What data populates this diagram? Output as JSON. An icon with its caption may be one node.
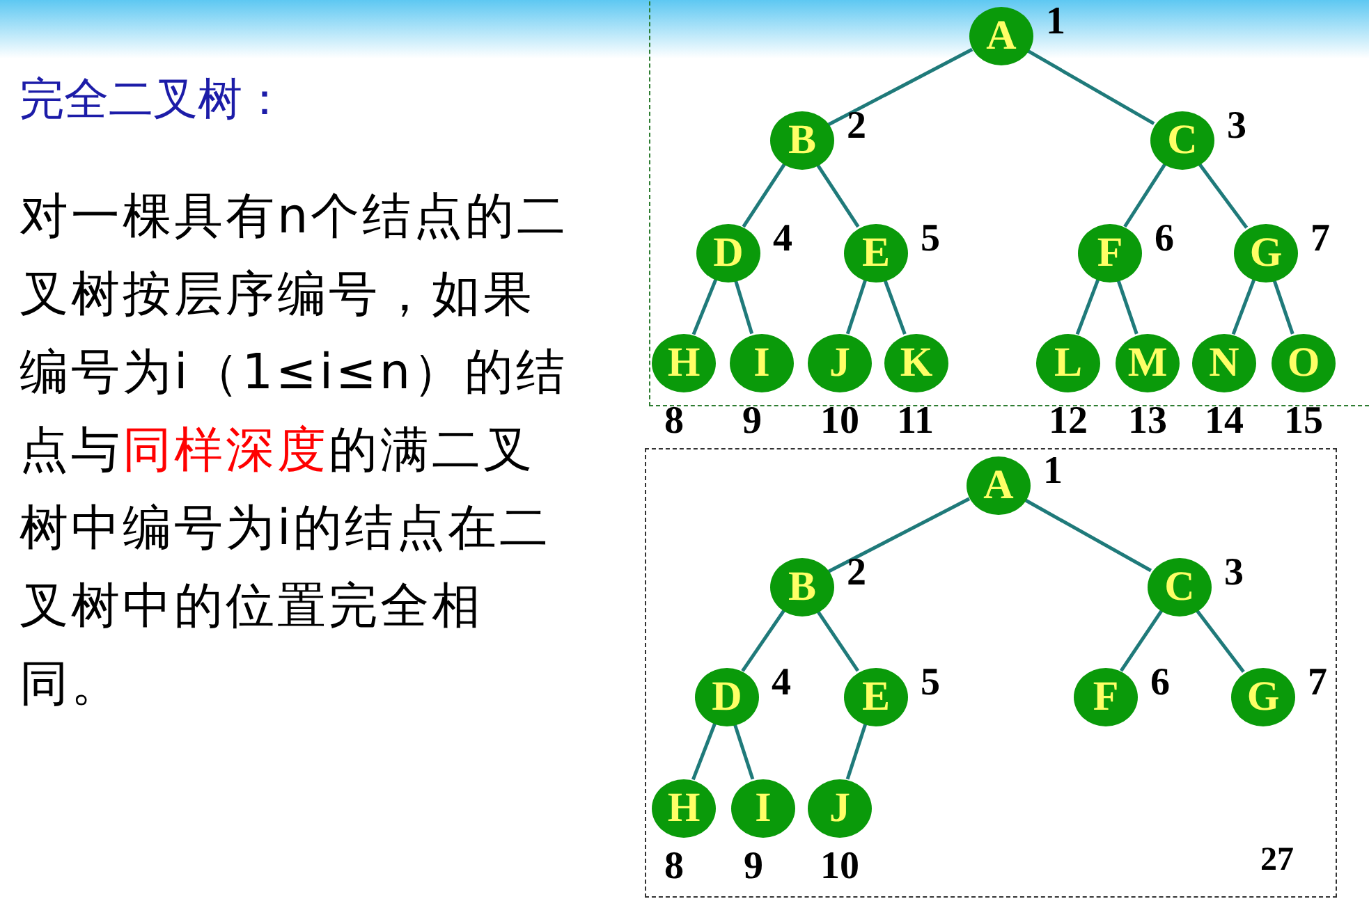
{
  "diagram": {
    "title": "完全二叉树：",
    "nodes": [
      {
        "text": [],
        "shape": "box"
      },
      {
        "text": [
          "A"
        ],
        "in": 0,
        "beside": [
          "1"
        ]
      },
      {
        "text": [
          "B"
        ],
        "in": 0,
        "beside": [
          "2"
        ]
      },
      {
        "text": [
          "C"
        ],
        "in": 0,
        "beside": [
          "3"
        ]
      },
      {
        "text": [
          "D"
        ],
        "in": 0,
        "beside": [
          "4"
        ]
      },
      {
        "text": [
          "E"
        ],
        "in": 0,
        "beside": [
          "5"
        ]
      },
      {
        "text": [
          "F"
        ],
        "in": 0,
        "beside": [
          "6"
        ]
      },
      {
        "text": [
          "G"
        ],
        "in": 0,
        "beside": [
          "7"
        ]
      },
      {
        "text": [
          "H"
        ],
        "in": 0,
        "beside": [
          "8"
        ]
      },
      {
        "text": [
          "I"
        ],
        "in": 0,
        "beside": [
          "9"
        ]
      },
      {
        "text": [
          "J"
        ],
        "in": 0,
        "beside": [
          "10"
        ]
      },
      {
        "text": [
          "K"
        ],
        "in": 0,
        "beside": [
          "11"
        ]
      },
      {
        "text": [
          "L"
        ],
        "in": 0,
        "beside": [
          "12"
        ]
      },
      {
        "text": [
          "M"
        ],
        "in": 0,
        "beside": [
          "13"
        ]
      },
      {
        "text": [
          "N"
        ],
        "in": 0,
        "beside": [
          "14"
        ]
      },
      {
        "text": [
          "O"
        ],
        "in": 0,
        "beside": [
          "15"
        ]
      },
      {
        "text": [],
        "shape": "box"
      },
      {
        "text": [
          "A"
        ],
        "in": 16,
        "beside": [
          "1"
        ]
      },
      {
        "text": [
          "B"
        ],
        "in": 16,
        "beside": [
          "2"
        ]
      },
      {
        "text": [
          "C"
        ],
        "in": 16,
        "beside": [
          "3"
        ]
      },
      {
        "text": [
          "D"
        ],
        "in": 16,
        "beside": [
          "4"
        ]
      },
      {
        "text": [
          "E"
        ],
        "in": 16,
        "beside": [
          "5"
        ]
      },
      {
        "text": [
          "F"
        ],
        "in": 16,
        "beside": [
          "6"
        ]
      },
      {
        "text": [
          "G"
        ],
        "in": 16,
        "beside": [
          "7"
        ]
      },
      {
        "text": [
          "H"
        ],
        "in": 16,
        "beside": [
          "8"
        ]
      },
      {
        "text": [
          "I"
        ],
        "in": 16,
        "beside": [
          "9"
        ]
      },
      {
        "text": [
          "J"
        ],
        "in": 16,
        "beside": [
          "10"
        ]
      }
    ],
    "edges": [
      {
        "from": 1,
        "to": 2,
        "arrow": "none"
      },
      {
        "from": 1,
        "to": 3,
        "arrow": "none"
      },
      {
        "from": 2,
        "to": 4,
        "arrow": "none"
      },
      {
        "from": 2,
        "to": 5,
        "arrow": "none"
      },
      {
        "from": 3,
        "to": 6,
        "arrow": "none"
      },
      {
        "from": 3,
        "to": 7,
        "arrow": "none"
      },
      {
        "from": 4,
        "to": 8,
        "arrow": "none"
      },
      {
        "from": 4,
        "to": 9,
        "arrow": "none"
      },
      {
        "from": 5,
        "to": 10,
        "arrow": "none"
      },
      {
        "from": 5,
        "to": 11,
        "arrow": "none"
      },
      {
        "from": 6,
        "to": 12,
        "arrow": "none"
      },
      {
        "from": 6,
        "to": 13,
        "arrow": "none"
      },
      {
        "from": 7,
        "to": 14,
        "arrow": "none"
      },
      {
        "from": 7,
        "to": 15,
        "arrow": "none"
      },
      {
        "from": 17,
        "to": 18,
        "arrow": "none"
      },
      {
        "from": 17,
        "to": 19,
        "arrow": "none"
      },
      {
        "from": 18,
        "to": 20,
        "arrow": "none"
      },
      {
        "from": 18,
        "to": 21,
        "arrow": "none"
      },
      {
        "from": 19,
        "to": 22,
        "arrow": "none"
      },
      {
        "from": 19,
        "to": 23,
        "arrow": "none"
      },
      {
        "from": 20,
        "to": 24,
        "arrow": "none"
      },
      {
        "from": 20,
        "to": 25,
        "arrow": "none"
      },
      {
        "from": 21,
        "to": 26,
        "arrow": "none"
      }
    ],
    "labels": [
      "对一棵具有n个结点的二叉树按层序编号，如果编号为i（1≤i≤n）的结点与**同样深度**的满二叉树中编号为i的结点在二叉树中的位置完全相同。",
      "27"
    ]
  }
}
